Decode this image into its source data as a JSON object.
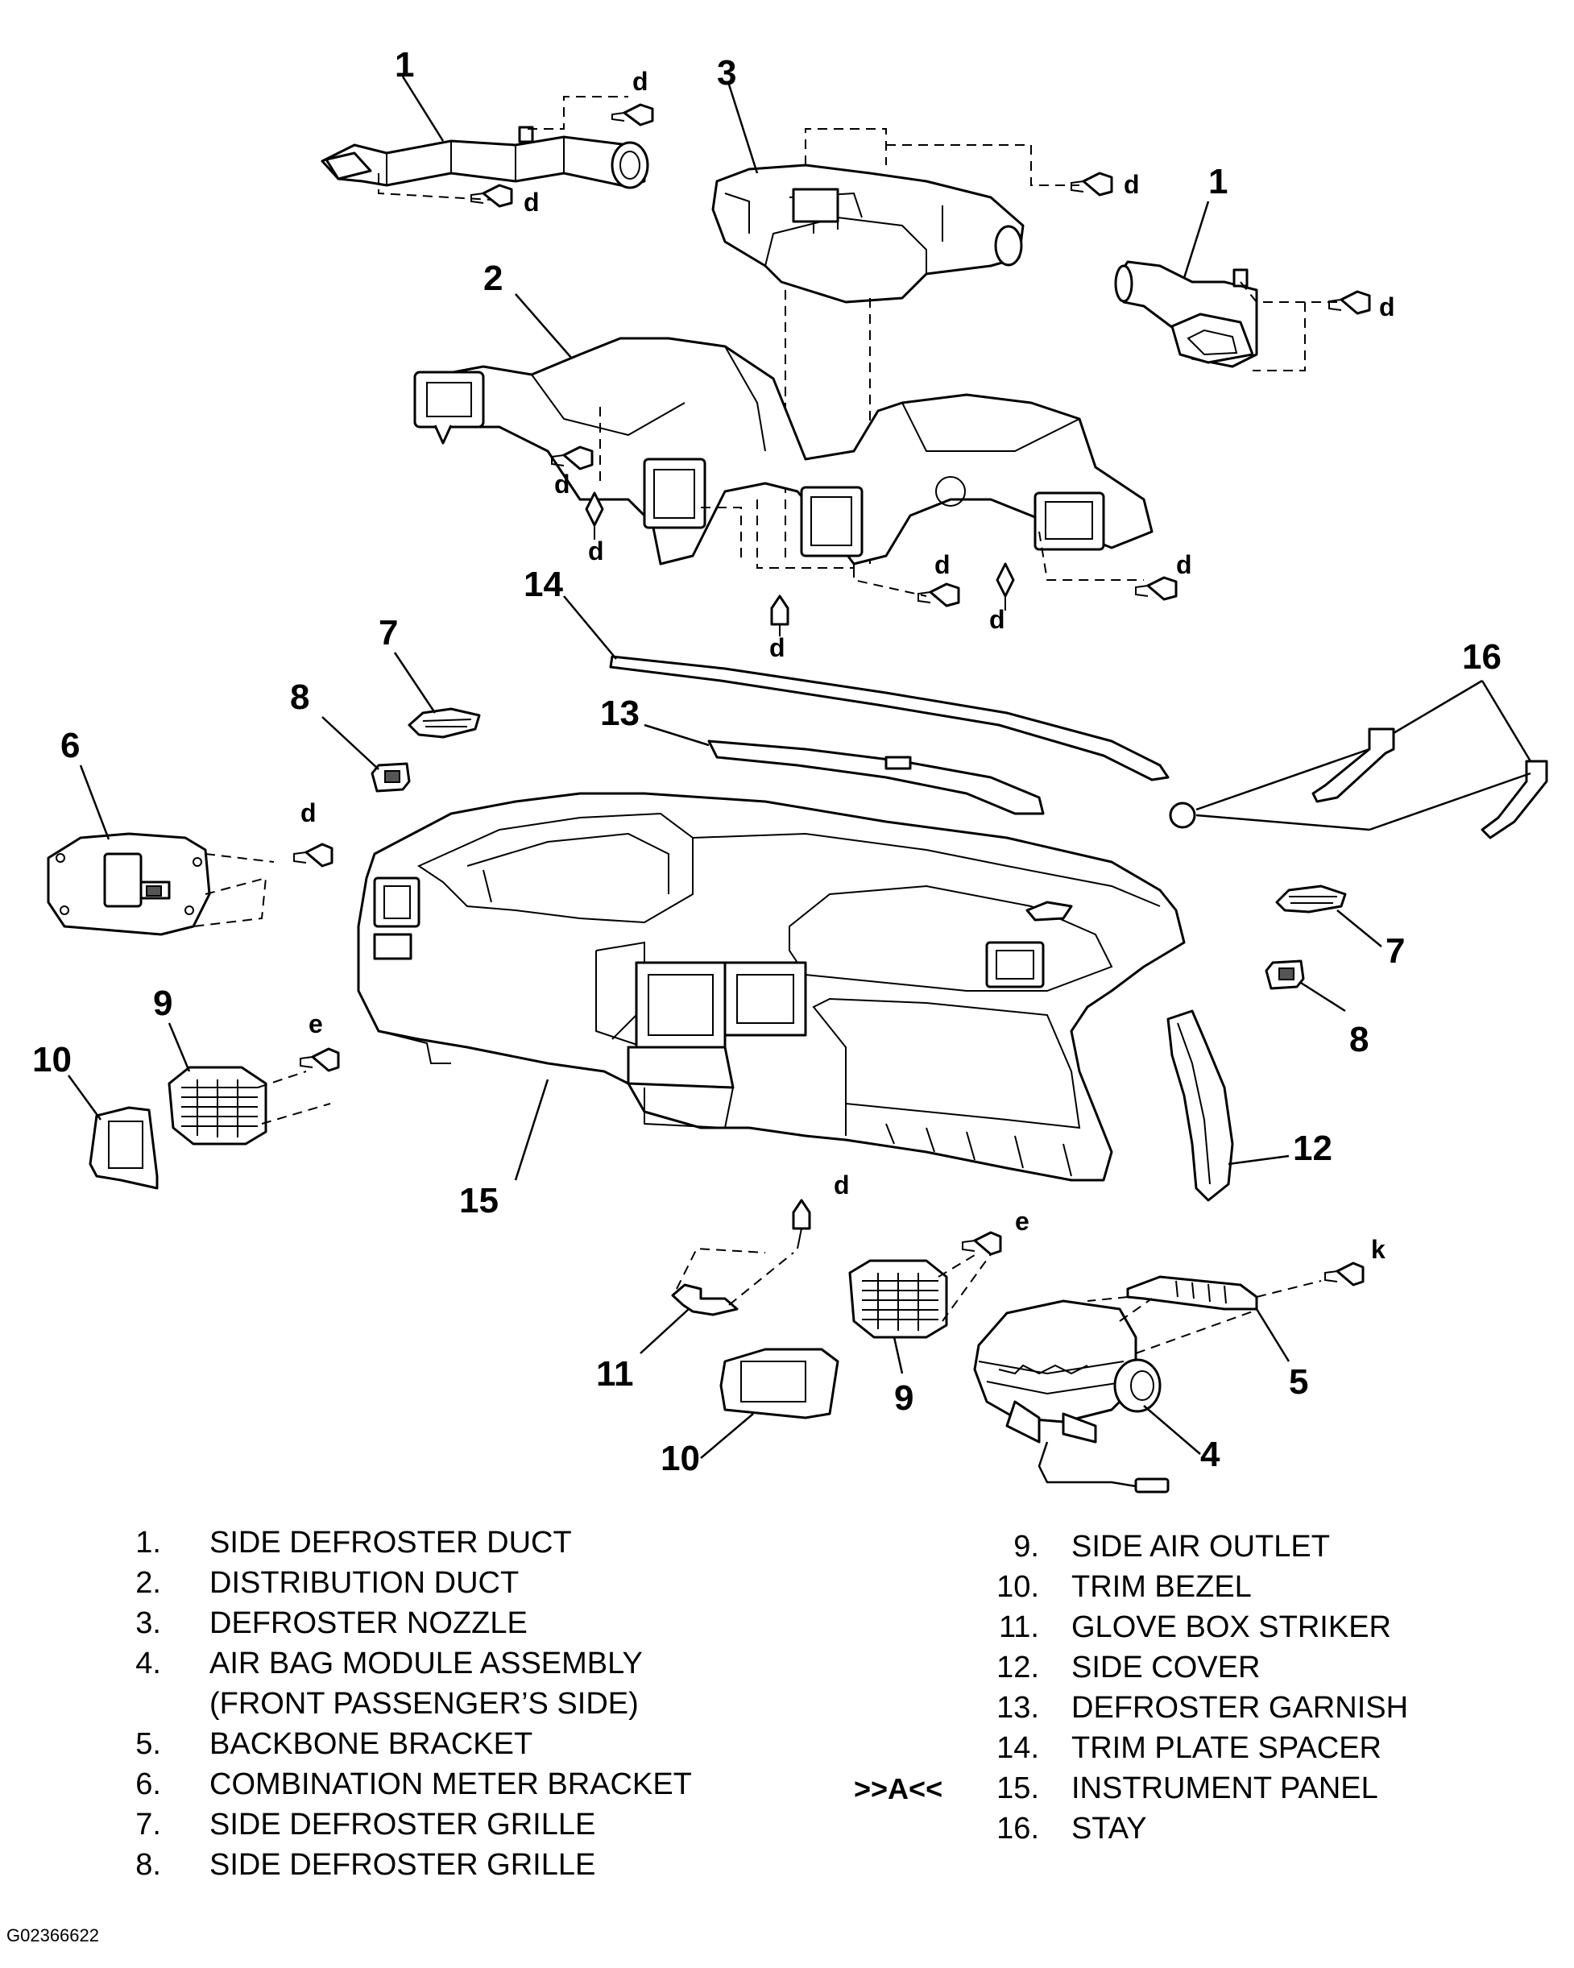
{
  "callouts": {
    "c1a": "1",
    "c3": "3",
    "c1b": "1",
    "c2": "2",
    "c14": "14",
    "c7a": "7",
    "c8a": "8",
    "c13": "13",
    "c16": "16",
    "c6": "6",
    "c7b": "7",
    "c8b": "8",
    "c9a": "9",
    "c10a": "10",
    "c15": "15",
    "c12": "12",
    "c11": "11",
    "c9b": "9",
    "c10b": "10",
    "c5": "5",
    "c4": "4"
  },
  "fasteners": {
    "d": "d",
    "e": "e",
    "k": "k"
  },
  "legend_left": [
    {
      "num": "1.",
      "text": "SIDE DEFROSTER DUCT"
    },
    {
      "num": "2.",
      "text": "DISTRIBUTION DUCT"
    },
    {
      "num": "3.",
      "text": "DEFROSTER NOZZLE"
    },
    {
      "num": "4.",
      "text": "AIR BAG MODULE ASSEMBLY"
    },
    {
      "num": "",
      "text": "(FRONT PASSENGER’S SIDE)"
    },
    {
      "num": "5.",
      "text": "BACKBONE BRACKET"
    },
    {
      "num": "6.",
      "text": "COMBINATION METER BRACKET"
    },
    {
      "num": "7.",
      "text": "SIDE DEFROSTER GRILLE"
    },
    {
      "num": "8.",
      "text": "SIDE DEFROSTER GRILLE"
    }
  ],
  "legend_right": [
    {
      "num": "9.",
      "text": "SIDE AIR OUTLET"
    },
    {
      "num": "10.",
      "text": "TRIM BEZEL"
    },
    {
      "num": "11.",
      "text": "GLOVE BOX STRIKER"
    },
    {
      "num": "12.",
      "text": "SIDE COVER"
    },
    {
      "num": "13.",
      "text": "DEFROSTER GARNISH"
    },
    {
      "num": "14.",
      "text": "TRIM PLATE SPACER"
    },
    {
      "num": "15.",
      "text": "INSTRUMENT PANEL"
    },
    {
      "num": "16.",
      "text": "STAY"
    }
  ],
  "service_tag": ">>A<<",
  "figure_id": "G02366622"
}
